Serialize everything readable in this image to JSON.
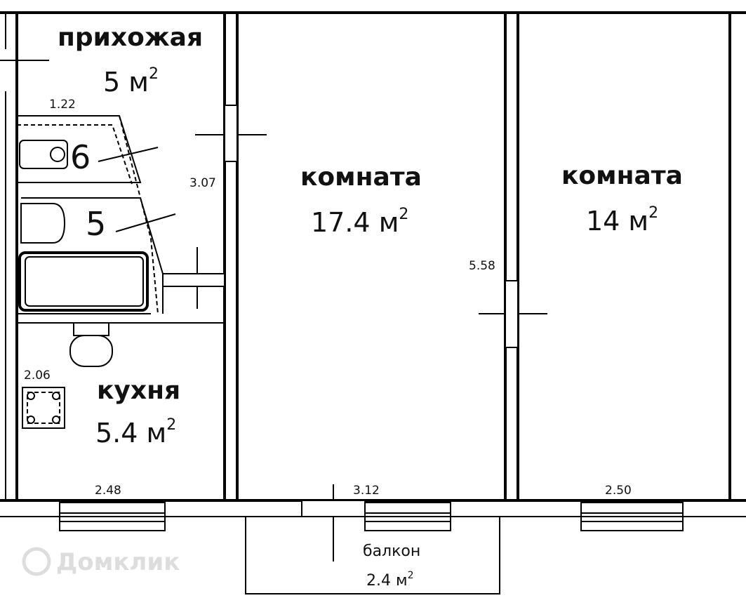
{
  "rooms": {
    "hallway": {
      "name": "прихожая",
      "area": "5 м",
      "sup": "2"
    },
    "kitchen": {
      "name": "кухня",
      "area": "5.4 м",
      "sup": "2"
    },
    "room1": {
      "name": "комната",
      "area": "17.4 м",
      "sup": "2"
    },
    "room2": {
      "name": "комната",
      "area": "14 м",
      "sup": "2"
    }
  },
  "balcony": {
    "name": "балкон",
    "area": "2.4 м",
    "sup": "2"
  },
  "dimensions": {
    "hall_width": "1.22",
    "bath_depth": "3.07",
    "kitchen_side": "2.06",
    "kitchen_width": "2.48",
    "room1_width": "3.12",
    "room_depth": "5.58",
    "room2_width": "2.50"
  },
  "meters": {
    "m1": "6",
    "m2": "5"
  },
  "watermark": {
    "text": "Домклик",
    "icon": "domclick-logo-icon"
  }
}
